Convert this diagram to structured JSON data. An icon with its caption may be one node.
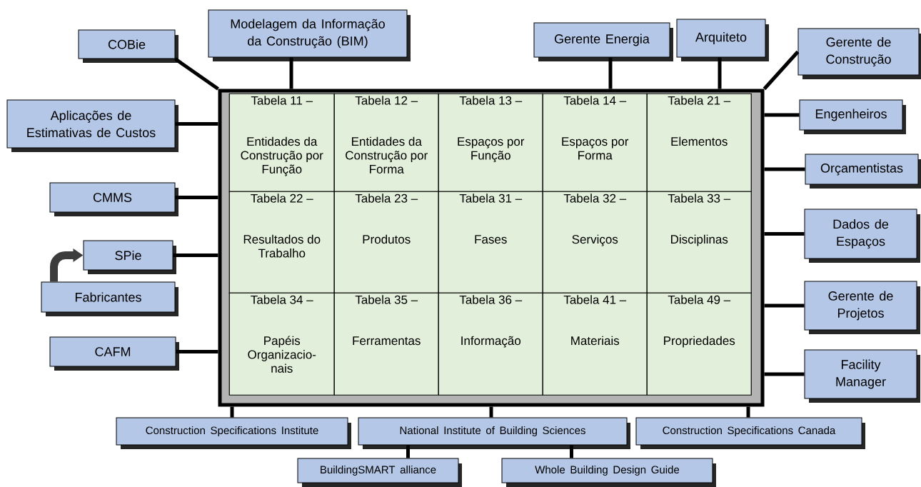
{
  "diagram": {
    "nodes": [
      {
        "text": [],
        "shape": "box"
      },
      {
        "text": [
          "Tabela 11 –",
          "Entidades da Construção por Função"
        ],
        "in": 0
      },
      {
        "text": [
          "Tabela 12 –",
          "Entidades da Construção por Forma"
        ],
        "in": 0
      },
      {
        "text": [
          "Tabela 13 –",
          "Espaços por Função"
        ],
        "in": 0
      },
      {
        "text": [
          "Tabela 14 –",
          "Espaços por Forma"
        ],
        "in": 0
      },
      {
        "text": [
          "Tabela 21 –",
          "Elementos"
        ],
        "in": 0
      },
      {
        "text": [
          "Tabela 22 –",
          "Resultados do Trabalho"
        ],
        "in": 0
      },
      {
        "text": [
          "Tabela 23 –",
          "Produtos"
        ],
        "in": 0
      },
      {
        "text": [
          "Tabela 31 –",
          "Fases"
        ],
        "in": 0
      },
      {
        "text": [
          "Tabela 32 –",
          "Serviços"
        ],
        "in": 0
      },
      {
        "text": [
          "Tabela 33 –",
          "Disciplinas"
        ],
        "in": 0
      },
      {
        "text": [
          "Tabela 34 –",
          "Papéis Organizacio-nais"
        ],
        "in": 0
      },
      {
        "text": [
          "Tabela 35 –",
          "Ferramentas"
        ],
        "in": 0
      },
      {
        "text": [
          "Tabela 36 –",
          "Informação"
        ],
        "in": 0
      },
      {
        "text": [
          "Tabela 41 –",
          "Materiais"
        ],
        "in": 0
      },
      {
        "text": [
          "Tabela 49 –",
          "Propriedades"
        ],
        "in": 0
      },
      {
        "text": [
          "COBie"
        ]
      },
      {
        "text": [
          "Modelagem da Informação da Construção (BIM)"
        ]
      },
      {
        "text": [
          "Gerente Energia"
        ]
      },
      {
        "text": [
          "Arquiteto"
        ]
      },
      {
        "text": [
          "Gerente de Construção"
        ]
      },
      {
        "text": [
          "Aplicações de Estimativas de Custos"
        ]
      },
      {
        "text": [
          "Engenheiros"
        ]
      },
      {
        "text": [
          "CMMS"
        ]
      },
      {
        "text": [
          "Orçamentistas"
        ]
      },
      {
        "text": [
          "SPie"
        ]
      },
      {
        "text": [
          "Dados de Espaços"
        ]
      },
      {
        "text": [
          "Fabricantes"
        ]
      },
      {
        "text": [
          "Gerente de Projetos"
        ]
      },
      {
        "text": [
          "CAFM"
        ]
      },
      {
        "text": [
          "Facility Manager"
        ]
      },
      {
        "text": [
          "Construction Specifications Institute"
        ]
      },
      {
        "text": [
          "National Institute of Building Sciences"
        ]
      },
      {
        "text": [
          "Construction Specifications Canada"
        ]
      },
      {
        "text": [
          "BuildingSMART alliance"
        ]
      },
      {
        "text": [
          "Whole Building Design Guide"
        ]
      }
    ],
    "edges": [
      {
        "from": 16,
        "to": 0,
        "arrow": "none"
      },
      {
        "from": 17,
        "to": 0,
        "arrow": "none"
      },
      {
        "from": 18,
        "to": 0,
        "arrow": "none"
      },
      {
        "from": 19,
        "to": 0,
        "arrow": "none"
      },
      {
        "from": 20,
        "to": 0,
        "arrow": "none"
      },
      {
        "from": 21,
        "to": 0,
        "arrow": "none"
      },
      {
        "from": 22,
        "to": 0,
        "arrow": "none"
      },
      {
        "from": 23,
        "to": 0,
        "arrow": "none"
      },
      {
        "from": 24,
        "to": 0,
        "arrow": "none"
      },
      {
        "from": 25,
        "to": 0,
        "arrow": "none"
      },
      {
        "from": 26,
        "to": 0,
        "arrow": "none"
      },
      {
        "from": 27,
        "to": 25,
        "arrow": "to",
        "style": "thick",
        "color": "#3c3c3c"
      },
      {
        "from": 28,
        "to": 0,
        "arrow": "none"
      },
      {
        "from": 29,
        "to": 0,
        "arrow": "none"
      },
      {
        "from": 30,
        "to": 0,
        "arrow": "none"
      },
      {
        "from": 31,
        "to": 0,
        "arrow": "none"
      },
      {
        "from": 32,
        "to": 0,
        "arrow": "none"
      },
      {
        "from": 33,
        "to": 0,
        "arrow": "none"
      },
      {
        "from": 32,
        "to": 34,
        "arrow": "none"
      },
      {
        "from": 32,
        "to": 35,
        "arrow": "none"
      }
    ]
  }
}
